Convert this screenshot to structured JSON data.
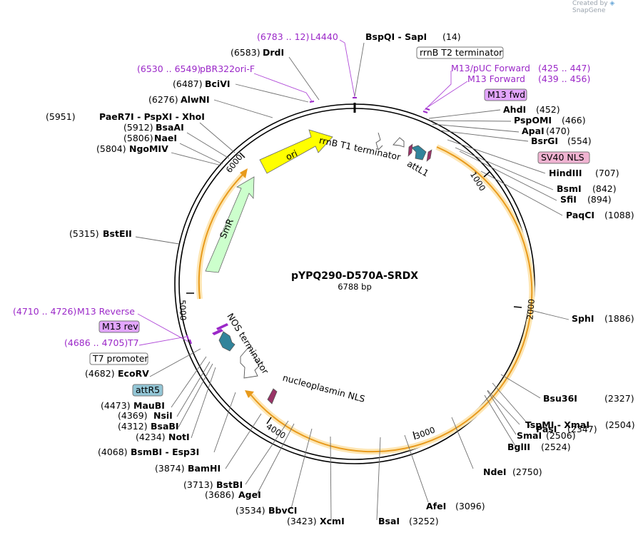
{
  "credit": {
    "created_by": "Created by",
    "brand": "SnapGene"
  },
  "plasmid": {
    "name": "pYPQ290-D570A-SRDX",
    "length_label": "6788 bp",
    "length_bp": 6788
  },
  "ticks": [
    "1000",
    "2000",
    "3000",
    "4000",
    "5000",
    "6000"
  ],
  "sites": [
    {
      "name": "BspQI - SapI",
      "pos": "(14)"
    },
    {
      "name": "DrdI",
      "pos": "(6583)"
    },
    {
      "name": "BciVI",
      "pos": "(6487)"
    },
    {
      "name": "AlwNI",
      "pos": "(6276)"
    },
    {
      "name": "PaeR7I - PspXI - XhoI",
      "pos": "(5951)"
    },
    {
      "name": "BsaAI",
      "pos": "(5912)"
    },
    {
      "name": "NaeI",
      "pos": "(5806)"
    },
    {
      "name": "NgoMIV",
      "pos": "(5804)"
    },
    {
      "name": "BstEII",
      "pos": "(5315)"
    },
    {
      "name": "EcoRV",
      "pos": "(4682)"
    },
    {
      "name": "MauBI",
      "pos": "(4473)"
    },
    {
      "name": "NsiI",
      "pos": "(4369)"
    },
    {
      "name": "BsaBI",
      "pos": "(4312)"
    },
    {
      "name": "NotI",
      "pos": "(4234)"
    },
    {
      "name": "BsmBI - Esp3I",
      "pos": "(4068)"
    },
    {
      "name": "BamHI",
      "pos": "(3874)"
    },
    {
      "name": "BstBI",
      "pos": "(3713)"
    },
    {
      "name": "AgeI",
      "pos": "(3686)"
    },
    {
      "name": "BbvCI",
      "pos": "(3534)"
    },
    {
      "name": "XcmI",
      "pos": "(3423)"
    },
    {
      "name": "BsaI",
      "pos": "(3252)"
    },
    {
      "name": "AfeI",
      "pos": "(3096)"
    },
    {
      "name": "NdeI",
      "pos": "(2750)"
    },
    {
      "name": "BglII",
      "pos": "(2524)"
    },
    {
      "name": "SmaI",
      "pos": "(2506)"
    },
    {
      "name": "TspMI - XmaI",
      "pos": "(2504)"
    },
    {
      "name": "PasI",
      "pos": "(2347)"
    },
    {
      "name": "Bsu36I",
      "pos": "(2327)"
    },
    {
      "name": "SphI",
      "pos": "(1886)"
    },
    {
      "name": "PaqCI",
      "pos": "(1088)"
    },
    {
      "name": "SfiI",
      "pos": "(894)"
    },
    {
      "name": "BsmI",
      "pos": "(842)"
    },
    {
      "name": "HindIII",
      "pos": "(707)"
    },
    {
      "name": "BsrGI",
      "pos": "(554)"
    },
    {
      "name": "ApaI",
      "pos": "(470)"
    },
    {
      "name": "PspOMI",
      "pos": "(466)"
    },
    {
      "name": "AhdI",
      "pos": "(452)"
    }
  ],
  "primers": [
    {
      "range": "(6783 .. 12)",
      "name": "L4440"
    },
    {
      "range": "(6530 .. 6549)",
      "name": "pBR322ori-F"
    },
    {
      "range": "(425 .. 447)",
      "name": "M13/pUC Forward"
    },
    {
      "range": "(439 .. 456)",
      "name": "M13 Forward"
    },
    {
      "range": "(4710 .. 4726)",
      "name": "M13 Reverse"
    },
    {
      "range": "(4686 .. 4705)",
      "name": "T7"
    }
  ],
  "boxed_features": {
    "rrnb_t2": "rrnB T2 terminator",
    "m13_fwd": "M13 fwd",
    "sv40_nls": "SV40 NLS",
    "m13_rev": "M13 rev",
    "t7_promoter": "T7 promoter",
    "attr5": "attR5"
  },
  "features": {
    "ori": "ori",
    "smr": "SmR",
    "rrnb_t1": "rrnB T1 terminator",
    "attl1": "attL1",
    "nos": "NOS terminator",
    "nucleoplasmin": "nucleoplasmin NLS"
  },
  "colors": {
    "ori": "#ffff00",
    "smr": "#ccffcc",
    "attl1": "#31849b",
    "nls": "#993366",
    "orf": "#ffa500",
    "primer": "#9b28c8",
    "primer_box": "#e3a6ff",
    "sv40_box": "#f0b3d1",
    "attr5_box": "#93c6d6"
  }
}
